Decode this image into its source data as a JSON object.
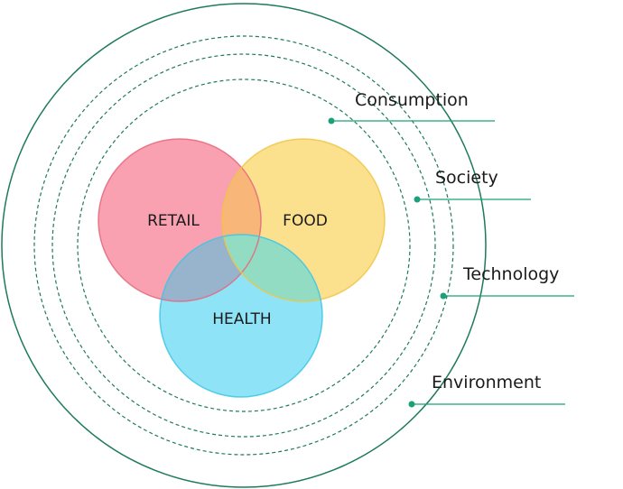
{
  "venn": {
    "sets": [
      {
        "id": "retail",
        "label": "RETAIL",
        "fill": "#f9a1b0",
        "stroke": "#e5677c"
      },
      {
        "id": "food",
        "label": "FOOD",
        "fill": "#fbe08e",
        "stroke": "#eec643"
      },
      {
        "id": "health",
        "label": "HEALTH",
        "fill": "#8fe3f6",
        "stroke": "#3cc6e4"
      }
    ],
    "overlaps": {
      "retail_food": "#f8b678",
      "retail_health": "#98b4cc",
      "food_health": "#92dcc4"
    }
  },
  "rings": {
    "color": "#1e7a5c",
    "dot_color": "#1aa17a",
    "labels": [
      "Consumption",
      "Society",
      "Technology",
      "Environment"
    ]
  }
}
